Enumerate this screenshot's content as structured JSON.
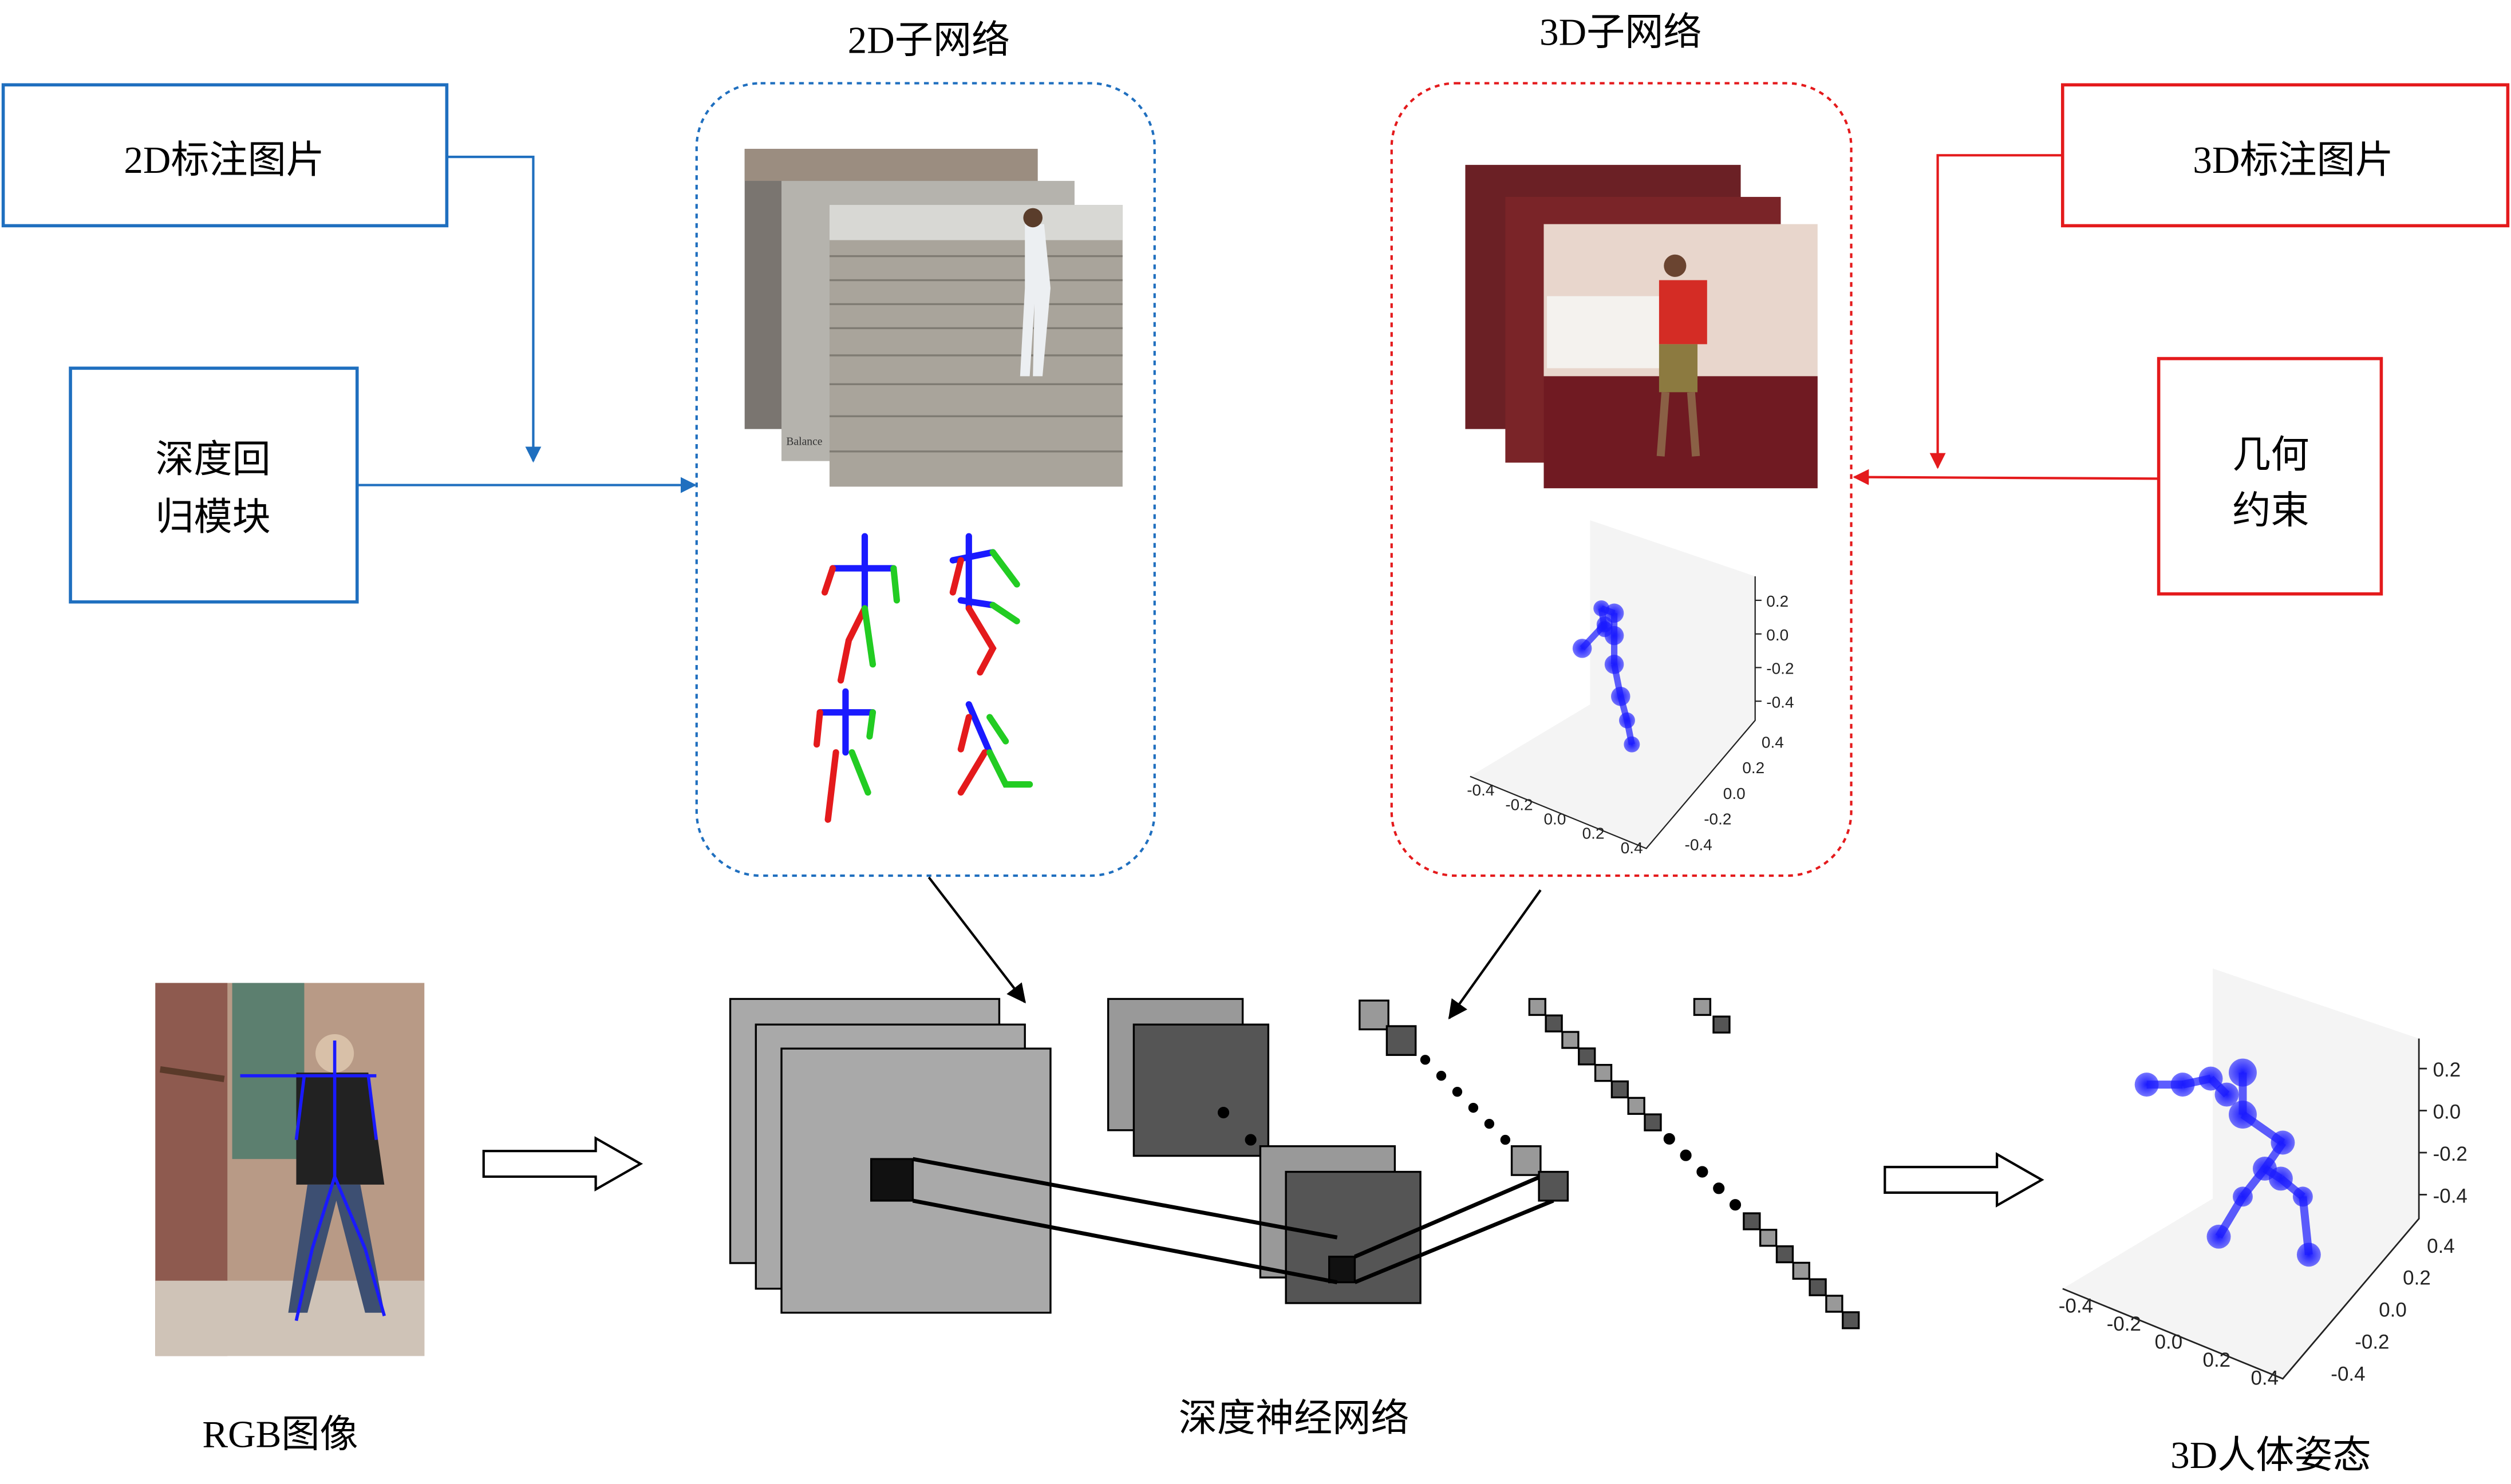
{
  "colors": {
    "blue": "#1f6fbf",
    "red": "#e41a1c",
    "joint": "#1a1aff",
    "layer_light": "#a8a8a8",
    "layer_dark": "#555555"
  },
  "boxes": {
    "annot2d": "2D标注图片",
    "depth_reg_line1": "深度回",
    "depth_reg_line2": "归模块",
    "annot3d": "3D标注图片",
    "geo_line1": "几何",
    "geo_line2": "约束"
  },
  "subnets": {
    "net2d_title": "2D子网络",
    "net3d_title": "3D子网络"
  },
  "labels": {
    "rgb": "RGB图像",
    "dnn": "深度神经网络",
    "pose3d": "3D人体姿态"
  },
  "photo_text": {
    "balance": "Balance"
  },
  "plot_ticks": {
    "vertical": [
      "0.2",
      "0.0",
      "-0.2",
      "-0.4"
    ],
    "depth": [
      "0.4",
      "0.2",
      "0.0",
      "-0.2",
      "-0.4"
    ],
    "horizontal": [
      "-0.4",
      "-0.2",
      "0.0",
      "0.2",
      "0.4"
    ]
  }
}
